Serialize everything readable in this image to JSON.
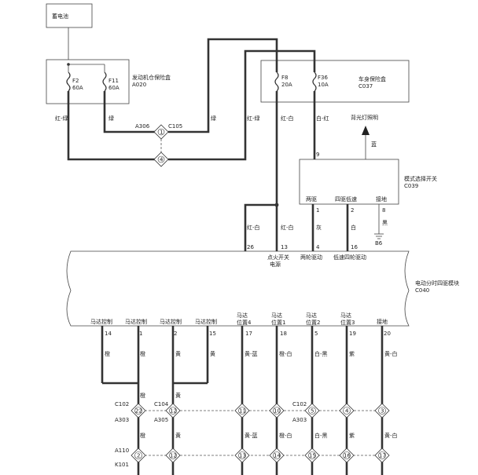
{
  "battery": {
    "label": "蓄电池"
  },
  "engine_fuse_box": {
    "name": "发动机仓保险盒",
    "code": "A020",
    "fuses": [
      {
        "id": "F2",
        "rating": "60A"
      },
      {
        "id": "F11",
        "rating": "60A"
      }
    ]
  },
  "body_fuse_box": {
    "name": "车身保险盒",
    "code": "C037",
    "fuses": [
      {
        "id": "F8",
        "rating": "20A"
      },
      {
        "id": "F36",
        "rating": "10A"
      }
    ]
  },
  "mode_switch": {
    "name": "模式选择开关",
    "code": "C039",
    "terminals": [
      "两驱",
      "四驱低速",
      "接地"
    ],
    "pins": [
      "9",
      "1",
      "2",
      "8"
    ],
    "backlight": "背光灯照明",
    "ground": "B6"
  },
  "module": {
    "name": "电动分时四驱模块",
    "code": "C040",
    "top_pins": [
      "26",
      "13",
      "4",
      "16"
    ],
    "top_labels": [
      "点火开关",
      "电源",
      "两轮驱动",
      "低速四轮驱动"
    ],
    "bottom_labels": [
      "马达控制",
      "马达控制",
      "马达控制",
      "马达控制",
      "马达",
      "位置4",
      "马达",
      "位置1",
      "马达",
      "位置2",
      "马达",
      "位置3",
      "接地"
    ],
    "bottom_pins": [
      "14",
      "1",
      "2",
      "15",
      "17",
      "18",
      "5",
      "19",
      "20"
    ]
  },
  "connectors": {
    "a306": "A306",
    "c105": "C105",
    "c102": "C102",
    "a303": "A303",
    "c104": "C104",
    "a305": "A305",
    "a110": "A110",
    "k101": "K101",
    "n1": "1",
    "n4": "4",
    "upper_row": [
      "22",
      "12",
      "11",
      "10",
      "5",
      "4",
      "3"
    ],
    "lower_row": [
      "2",
      "12",
      "13",
      "14",
      "15",
      "16",
      "17"
    ]
  },
  "wire_colors": {
    "red_green": "红-绿",
    "green": "绿",
    "red_white": "红-白",
    "white_red": "白-红",
    "blue": "蓝",
    "gray": "灰",
    "white": "白",
    "black": "黑",
    "orange": "橙",
    "yellow": "黄",
    "yellow_blue": "黄-蓝",
    "orange_white": "橙-白",
    "white_black": "白-黑",
    "purple": "紫",
    "yellow_white": "黄-白"
  }
}
